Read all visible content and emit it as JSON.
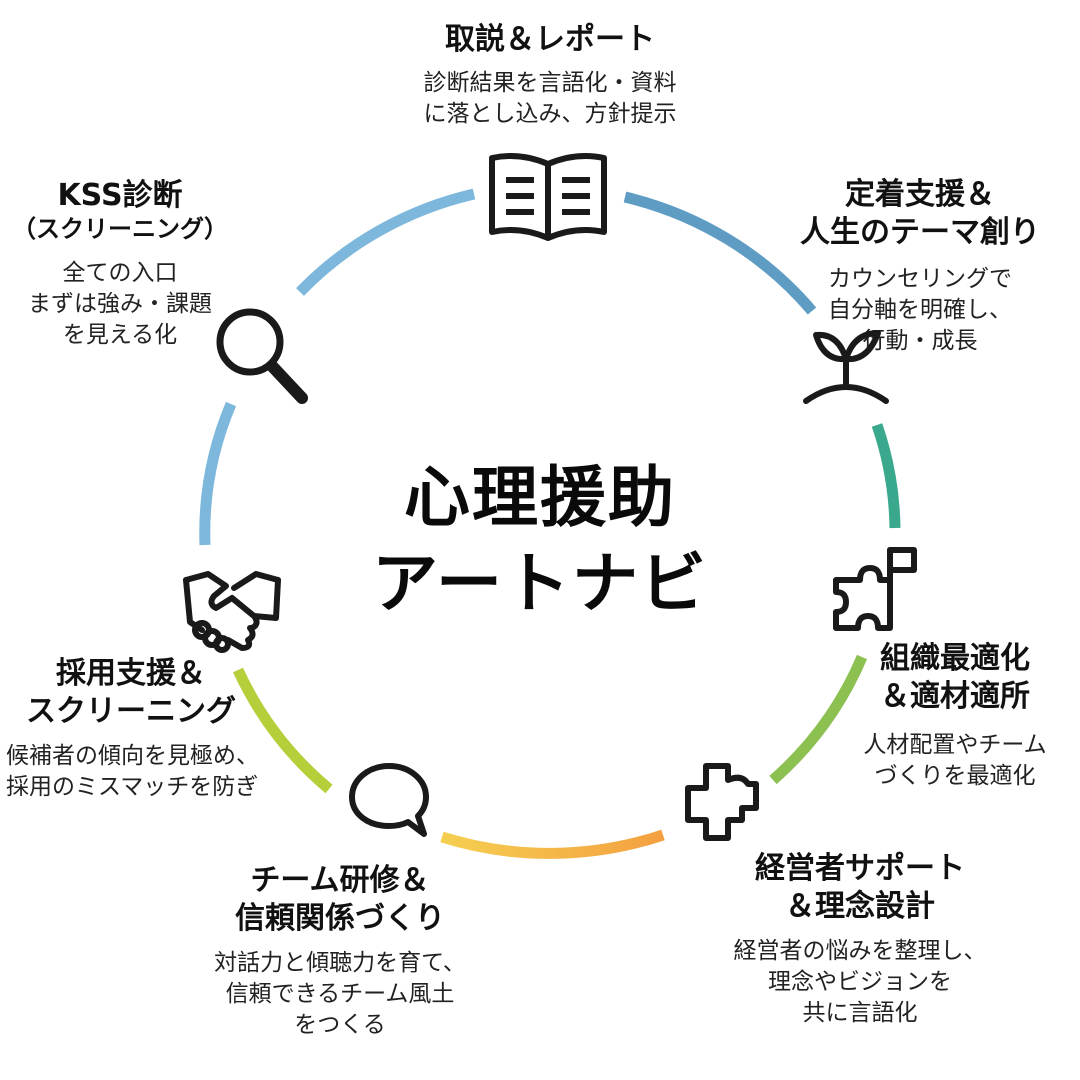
{
  "center": {
    "line1": "心理援助",
    "line2": "アートナビ"
  },
  "steps": {
    "top": {
      "title": [
        "取説＆レポート"
      ],
      "desc": [
        "診断結果を言語化・資料",
        "に落とし込み、方針提示"
      ],
      "icon": "open-book-icon"
    },
    "top_right": {
      "title": [
        "定着支援＆",
        "人生のテーマ創り"
      ],
      "desc": [
        "カウンセリングで",
        "自分軸を明確し、",
        "行動・成長"
      ],
      "icon": "sprout-icon"
    },
    "right": {
      "title": [
        "組織最適化",
        "＆適材適所"
      ],
      "desc": [
        "人材配置やチーム",
        "づくりを最適化"
      ],
      "icon": "puzzle-flag-icon"
    },
    "bottom_right": {
      "title": [
        "経営者サポート",
        "＆理念設計"
      ],
      "desc": [
        "経営者の悩みを整理し、",
        "理念やビジョンを",
        "共に言語化"
      ],
      "icon": "puzzle-piece-icon"
    },
    "bottom": {
      "title": [
        "チーム研修＆",
        "信頼関係づくり"
      ],
      "desc": [
        "対話力と傾聴力を育て、",
        "信頼できるチーム風土",
        "をつくる"
      ],
      "icon": "speech-bubble-icon"
    },
    "left": {
      "title": [
        "採用支援＆",
        "スクリーニング"
      ],
      "desc": [
        "候補者の傾向を見極め、",
        "採用のミスマッチを防ぎ"
      ],
      "icon": "handshake-icon"
    },
    "top_left": {
      "title": [
        "KSS診断",
        "（スクリーニング）"
      ],
      "desc": [
        "全ての入口",
        "まずは強み・課題",
        "を見える化"
      ],
      "icon": "magnifier-icon"
    }
  },
  "colors": {
    "blue_light": "#7db8dc",
    "blue_dark": "#5a97c0",
    "teal": "#3aa88c",
    "green": "#8cc152",
    "yellow_green": "#b5cf3a",
    "yellow": "#f5cf50",
    "orange": "#f4a040"
  }
}
